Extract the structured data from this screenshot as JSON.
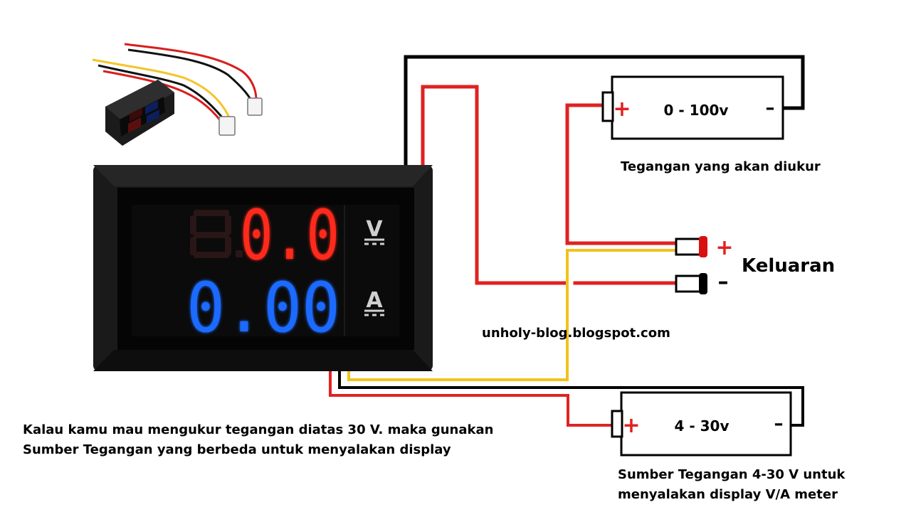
{
  "meter": {
    "top_display": "0.0",
    "bottom_display": "0.00",
    "top_unit": "V",
    "bottom_unit": "A"
  },
  "battery_measure": {
    "label": "0 - 100v",
    "plus": "+",
    "minus": "–",
    "caption": "Tegangan yang akan diukur"
  },
  "battery_power": {
    "label": "4 - 30v",
    "plus": "+",
    "minus": "–",
    "caption_lines": [
      "Sumber Tegangan 4-30 V untuk",
      "menyalakan display V/A meter"
    ]
  },
  "output": {
    "label": "Keluaran",
    "plus": "+",
    "minus": "–"
  },
  "watermark": "unholy-blog.blogspot.com",
  "note_lines": [
    "Kalau kamu mau mengukur tegangan diatas 30 V. maka gunakan",
    "Sumber Tegangan yang berbeda untuk menyalakan display"
  ],
  "colors": {
    "wire_red": "#e02222",
    "wire_black": "#000000",
    "wire_yellow": "#f2c21a",
    "display_red": "#ff2a1f",
    "display_blue": "#1f6bff"
  }
}
